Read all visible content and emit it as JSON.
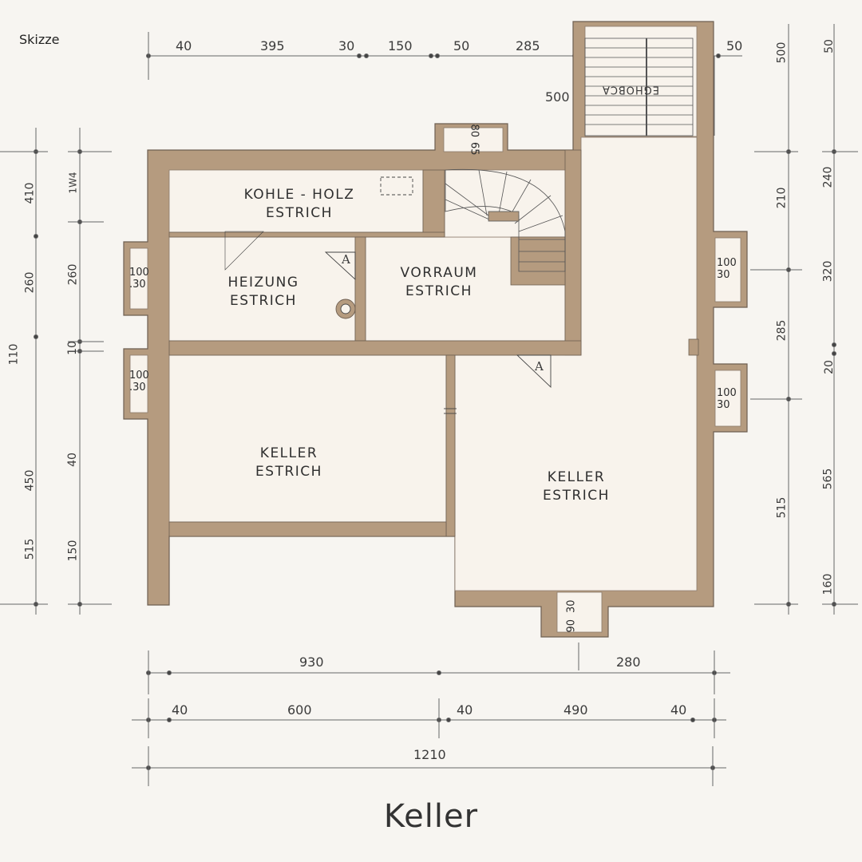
{
  "header": {
    "sketch_label": "Skizze"
  },
  "footer": {
    "title": "Keller"
  },
  "colors": {
    "wall": "#b59b7f",
    "wall_edge": "#6e5f52",
    "floor": "#f8f3ec",
    "background": "#f7f5f1",
    "dimension_line": "#666666"
  },
  "rooms": {
    "kohle": {
      "name": "KOHLE - HOLZ",
      "floor": "ESTRICH"
    },
    "heizung": {
      "name": "HEIZUNG",
      "floor": "ESTRICH"
    },
    "vorraum": {
      "name": "VORRAUM",
      "floor": "ESTRICH"
    },
    "keller_left": {
      "name": "KELLER",
      "floor": "ESTRICH"
    },
    "keller_right": {
      "name": "KELLER",
      "floor": "ESTRICH"
    }
  },
  "stair_label": "EGHOBCA",
  "stair_dim": "500",
  "section_mark": "A",
  "windows": {
    "left_upper": [
      "100",
      ".30"
    ],
    "left_lower": [
      "100",
      ".30"
    ],
    "right_upper": [
      "100",
      "30"
    ],
    "right_lower": [
      "100",
      "30"
    ],
    "bottom": [
      "90",
      "30"
    ],
    "top_small": [
      "80",
      "65"
    ]
  },
  "dims": {
    "top": [
      "40",
      "395",
      "30",
      "150",
      "50",
      "285",
      "50"
    ],
    "bottom_row1": [
      "930",
      "280"
    ],
    "bottom_row2": [
      "40",
      "600",
      "40",
      "490",
      "40"
    ],
    "bottom_total": "1210",
    "left_outer": [
      "410",
      "260",
      "110",
      "450",
      "515"
    ],
    "left_inner": [
      "1W4",
      "260",
      "10",
      "40",
      "150"
    ],
    "right_inner": [
      "500",
      "210",
      "320",
      "285",
      "515"
    ],
    "right_outer": [
      "50",
      "240",
      "20",
      "565",
      "160"
    ]
  }
}
